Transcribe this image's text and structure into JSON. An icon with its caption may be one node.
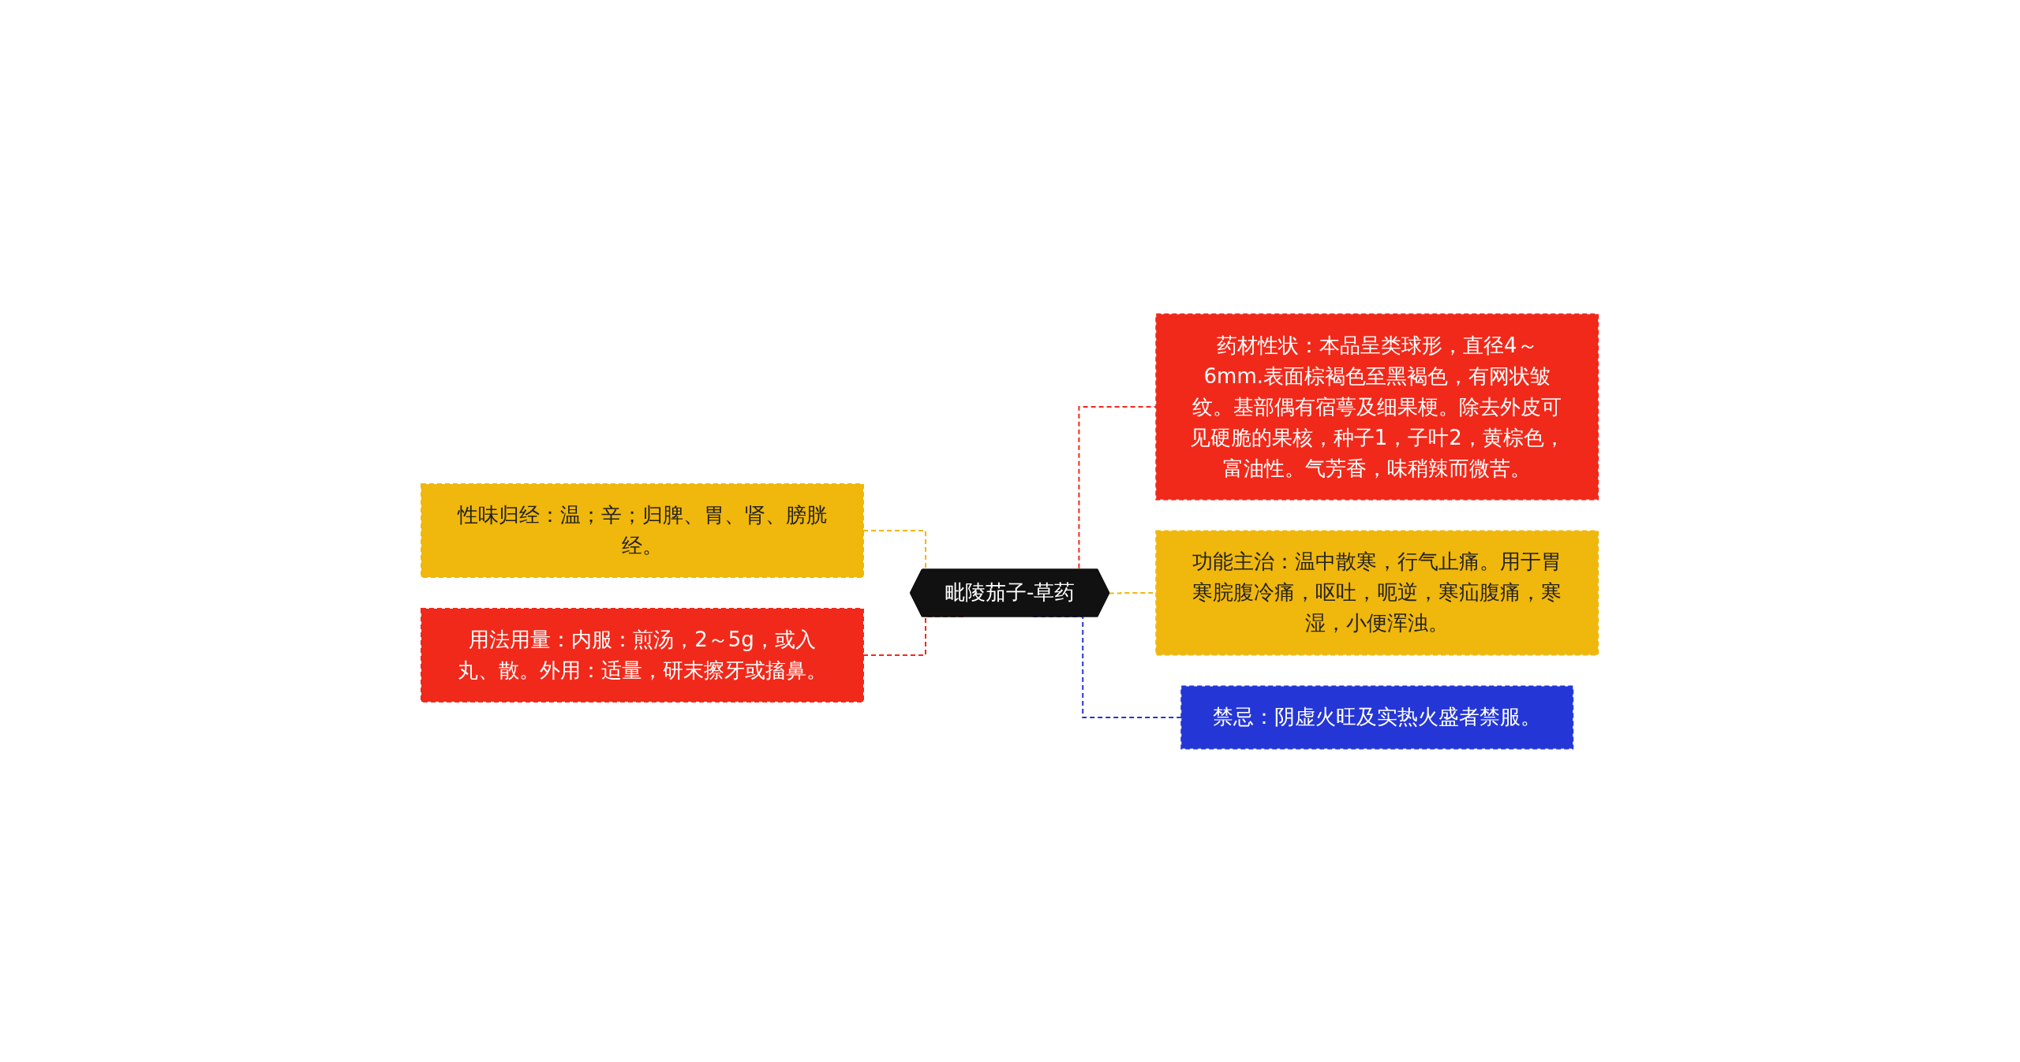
{
  "diagram": {
    "nodes": [
      {
        "text": [
          "毗陵茄子-草药"
        ]
      },
      {
        "text": [
          "性味归经：温；辛；归脾、胃、肾、膀胱经。"
        ]
      },
      {
        "text": [
          "用法用量：内服：煎汤，2～5g，或入丸、散。外用：适量，研末擦牙或搐鼻。"
        ]
      },
      {
        "text": [
          "药材性状：本品呈类球形，直径4～6mm.表面棕褐色至黑褐色，有网状皱纹。基部偶有宿萼及细果梗。除去外皮可见硬脆的果核，种子1，子叶2，黄棕色，富油性。气芳香，味稍辣而微苦。"
        ]
      },
      {
        "text": [
          "功能主治：温中散寒，行气止痛。用于胃寒脘腹冷痛，呕吐，呃逆，寒疝腹痛，寒湿，小便浑浊。"
        ]
      },
      {
        "text": [
          "禁忌：阴虚火旺及实热火盛者禁服。"
        ]
      }
    ],
    "edges": [
      {
        "from": 0,
        "to": 1,
        "arrow": "none",
        "style": "dashed",
        "color": "#f0b70c"
      },
      {
        "from": 0,
        "to": 2,
        "arrow": "none",
        "style": "dashed",
        "color": "#f1291a"
      },
      {
        "from": 0,
        "to": 3,
        "arrow": "none",
        "style": "dashed",
        "color": "#f1291a"
      },
      {
        "from": 0,
        "to": 4,
        "arrow": "none",
        "style": "dashed",
        "color": "#f0b70c"
      },
      {
        "from": 0,
        "to": 5,
        "arrow": "none",
        "style": "dashed",
        "color": "#2536d6"
      }
    ]
  }
}
